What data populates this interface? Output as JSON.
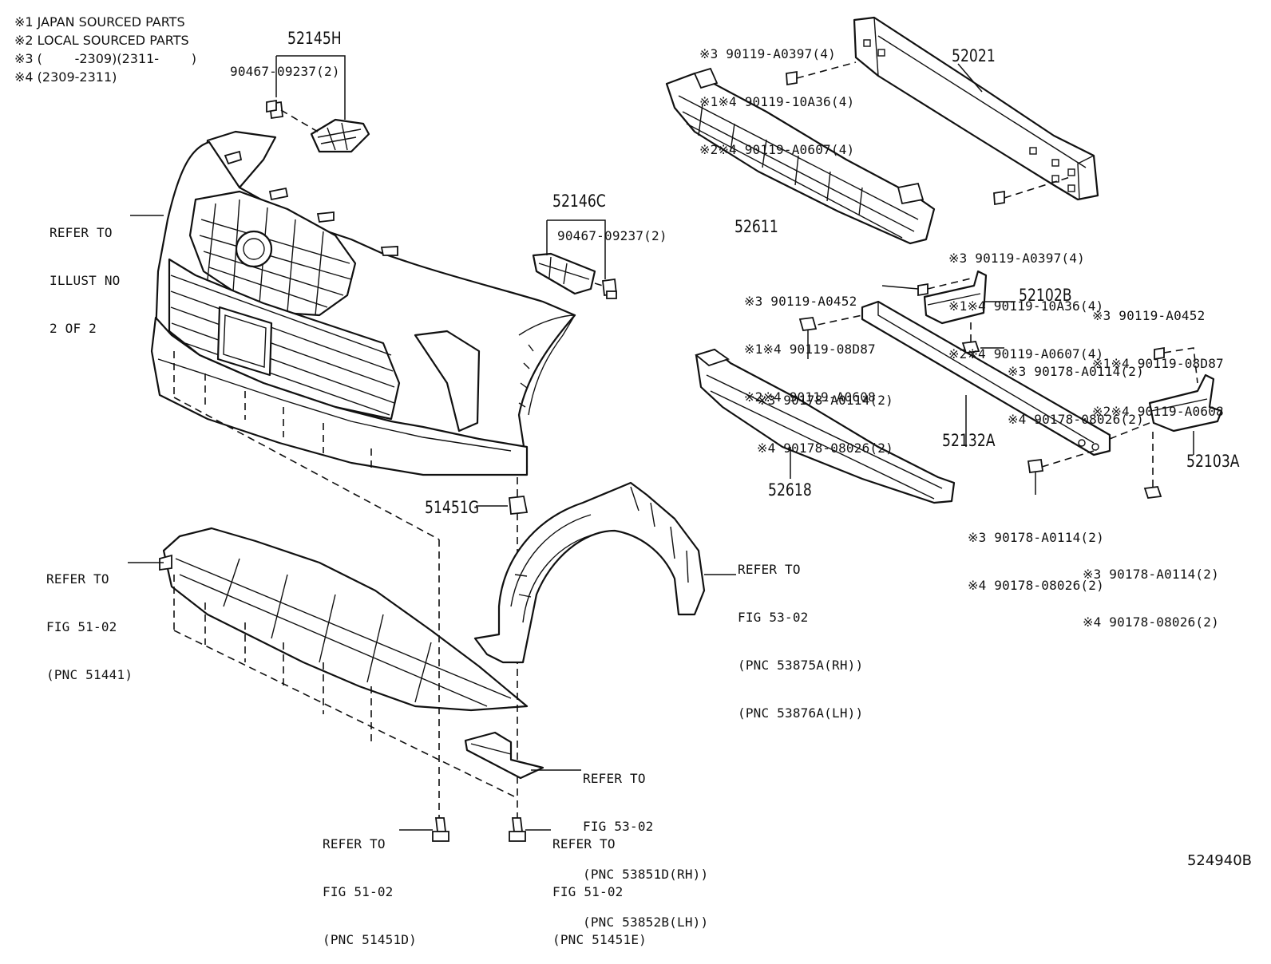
{
  "legend": [
    "※1 JAPAN SOURCED PARTS",
    "※2 LOCAL SOURCED PARTS",
    "※3 (        -2309)(2311-        )",
    "※4 (2309-2311)"
  ],
  "callouts": {
    "p52145H": "52145H",
    "p52145H_bolt": "90467-09237(2)",
    "p52146C": "52146C",
    "p52146C_bolt": "90467-09237(2)",
    "p52021": "52021",
    "p52021_bolts": [
      "※3 90119-A0397(4)",
      "※1※4 90119-10A36(4)",
      "※2※4 90119-A0607(4)"
    ],
    "p52611": "52611",
    "p52611_bolts": [
      "※3 90119-A0397(4)",
      "※1※4 90119-10A36(4)",
      "※2※4 90119-A0607(4)"
    ],
    "p52102B": "52102B",
    "p52102B_bolts": [
      "※3 90119-A0452",
      "※1※4 90119-08D87",
      "※2※4 90119-A0608"
    ],
    "p52102B_nut": [
      "※3 90178-A0114(2)",
      "※4 90178-08026(2)"
    ],
    "left_nut": [
      "※3 90178-A0114(2)",
      "※4 90178-08026(2)"
    ],
    "p52103A": "52103A",
    "p52103A_bolts": [
      "※3 90119-A0452",
      "※1※4 90119-08D87",
      "※2※4 90119-A0608"
    ],
    "p52103A_nut": [
      "※3 90178-A0114(2)",
      "※4 90178-08026(2)"
    ],
    "p52132A": "52132A",
    "p52132A_nut": [
      "※3 90178-A0114(2)",
      "※4 90178-08026(2)"
    ],
    "p52618": "52618",
    "p51451G": "51451G"
  },
  "refers": {
    "illust": [
      "REFER TO",
      "ILLUST NO",
      "2 OF 2"
    ],
    "fig5102_a": [
      "REFER TO",
      "FIG 51-02",
      "(PNC 51441)"
    ],
    "fig5302_a": [
      "REFER TO",
      "FIG 53-02",
      "(PNC 53875A(RH))",
      "(PNC 53876A(LH))"
    ],
    "fig5302_b": [
      "REFER TO",
      "FIG 53-02",
      "(PNC 53851D(RH))",
      "(PNC 53852B(LH))"
    ],
    "fig5102_b": [
      "REFER TO",
      "FIG 51-02",
      "(PNC 51451D)"
    ],
    "fig5102_c": [
      "REFER TO",
      "FIG 51-02",
      "(PNC 51451E)"
    ]
  },
  "diagram_id": "524940B"
}
